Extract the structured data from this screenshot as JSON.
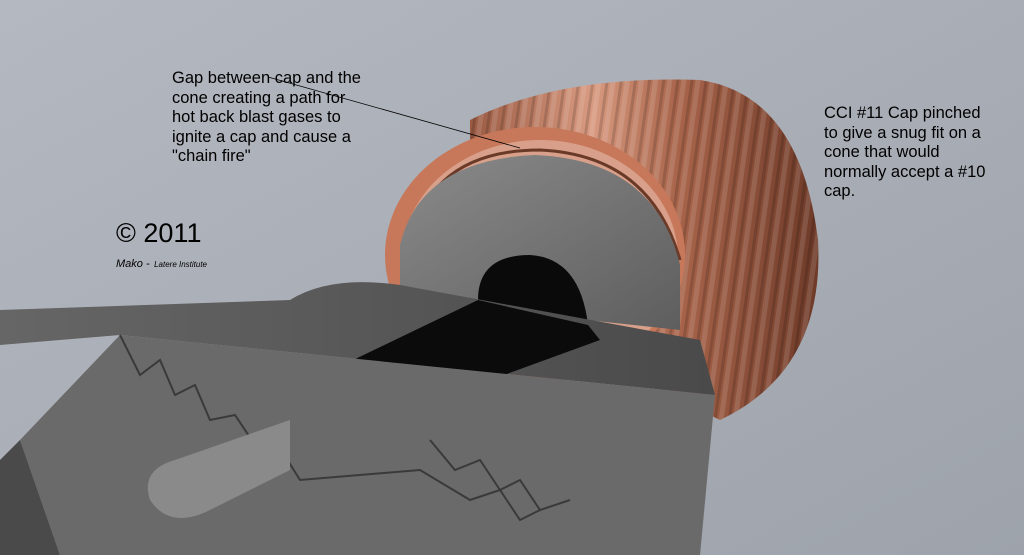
{
  "annotations": {
    "gap": "Gap between cap and the\ncone creating a path for\nhot back blast gases to\nignite a cap and cause a\n\"chain fire\"",
    "cap": "CCI #11 Cap pinched\nto give a snug fit on a\ncone that would\nnormally accept a #10\ncap."
  },
  "credit": {
    "copyright": "© 2011",
    "author": "Mako -",
    "institute": "Latere Institute"
  },
  "colors": {
    "background": "#a8adb6",
    "steel_face": "#7a7a7a",
    "steel_top": "#5a5a5a",
    "steel_dark": "#3a3a3a",
    "bore": "#0a0a0a",
    "copper": "#b06a50",
    "copper_light": "#d8a088",
    "copper_rim": "#c8785a"
  }
}
